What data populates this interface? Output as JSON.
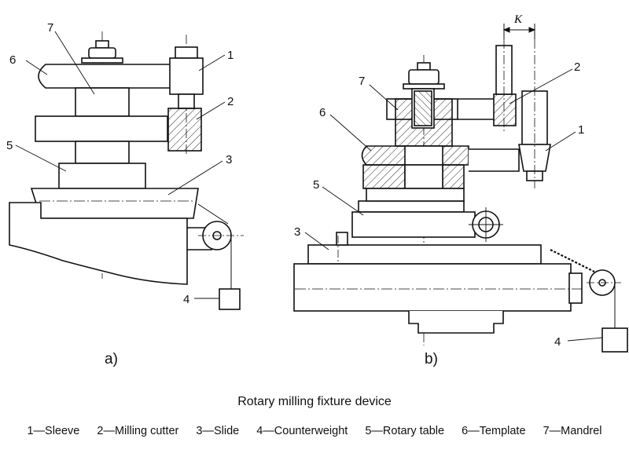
{
  "figure": {
    "caption": "Rotary milling fixture device",
    "subfigure_a": "a)",
    "subfigure_b": "b)",
    "dimension_label": "K"
  },
  "part_numbers": {
    "a": [
      "6",
      "7",
      "1",
      "2",
      "5",
      "3",
      "4"
    ],
    "b": [
      "7",
      "6",
      "2",
      "1",
      "5",
      "3",
      "4"
    ]
  },
  "legend": [
    "1—Sleeve",
    "2—Milling cutter",
    "3—Slide",
    "4—Counterweight",
    "5—Rotary table",
    "6—Template",
    "7—Mandrel"
  ]
}
